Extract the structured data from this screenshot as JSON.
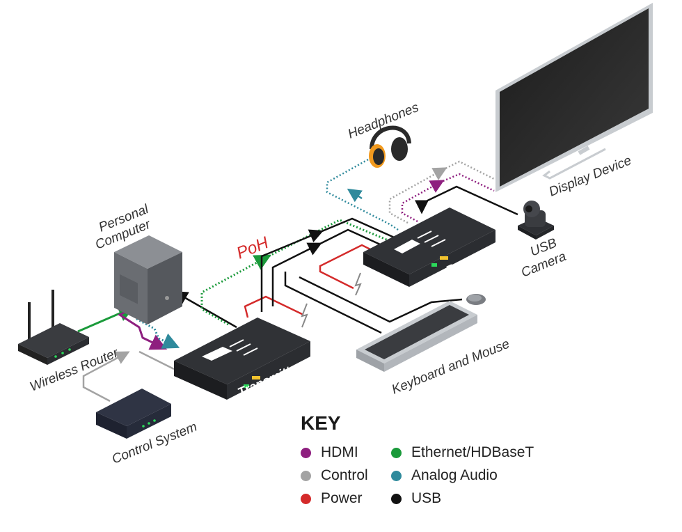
{
  "labels": {
    "headphones": "Headphones",
    "personal_computer_line1": "Personal",
    "personal_computer_line2": "Computer",
    "display_device": "Display Device",
    "usb_camera_line1": "USB",
    "usb_camera_line2": "Camera",
    "wireless_router": "Wireless Router",
    "transmitter": "Transmitter",
    "receiver": "Receiver",
    "keyboard_and_mouse": "Keyboard and Mouse",
    "control_system": "Control System",
    "poh": "PoH"
  },
  "key": {
    "title": "KEY",
    "items": [
      {
        "label": "HDMI",
        "color": "#8e1f7f"
      },
      {
        "label": "Ethernet/HDBaseT",
        "color": "#1a9a3a"
      },
      {
        "label": "Control",
        "color": "#a3a3a3"
      },
      {
        "label": "Analog Audio",
        "color": "#2f8a9c"
      },
      {
        "label": "Power",
        "color": "#d42a2a"
      },
      {
        "label": "USB",
        "color": "#111111"
      }
    ]
  },
  "colors": {
    "hdmi": "#8e1f7f",
    "ethernet": "#1a9a3a",
    "control": "#a3a3a3",
    "audio": "#2f8a9c",
    "power": "#d42a2a",
    "usb": "#111111",
    "device_body": "#2b2d31",
    "headphone_accent": "#f29a1e"
  }
}
